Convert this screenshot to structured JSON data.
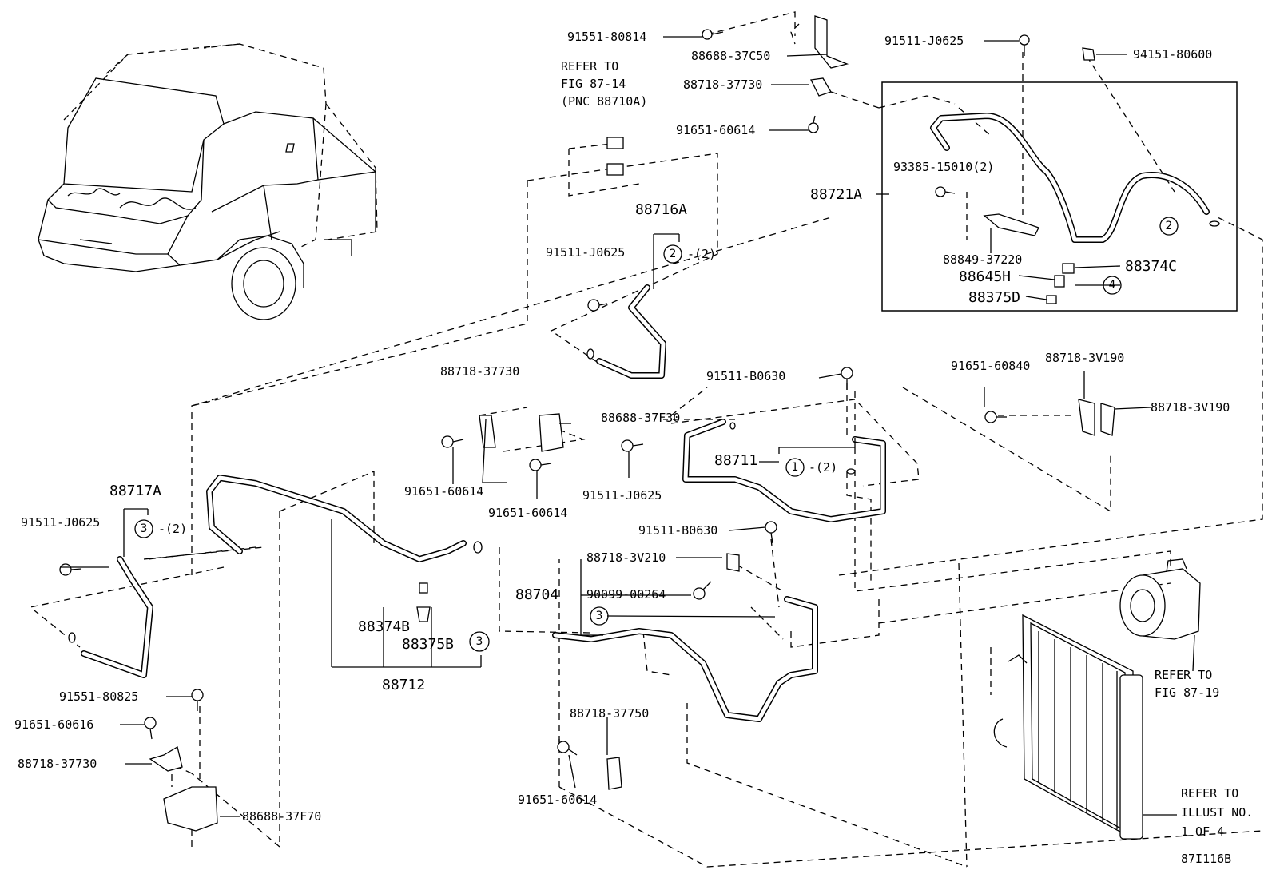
{
  "figure_id": "87I116B",
  "part_labels": {
    "p1": "91551-80814",
    "p2": "88688-37C50",
    "p3": "88718-37730",
    "p4": "91651-60614",
    "p5": "91511-J0625",
    "p6": "94151-80600",
    "p7": "93385-15010(2)",
    "p8": "88721A",
    "p9": "88849-37220",
    "p10": "88374C",
    "p11": "88645H",
    "p12": "88375D",
    "p13": "88716A",
    "p14": "91511-J0625",
    "p15": "88718-37730",
    "p16": "88688-37F30",
    "p17": "91651-60614",
    "p18": "91651-60614",
    "p19": "91511-J0625",
    "p20": "91511-B0630",
    "p21": "88711",
    "p22": "91651-60840",
    "p23": "88718-3V190",
    "p24": "88718-3V190",
    "p25": "88717A",
    "p26": "91511-J0625",
    "p27": "91511-B0630",
    "p28": "88718-3V210",
    "p29": "88704",
    "p30": "90099-00264",
    "p31": "88374B",
    "p32": "88375B",
    "p33": "88712",
    "p34": "91551-80825",
    "p35": "91651-60616",
    "p36": "88718-37730",
    "p37": "88688-37F70",
    "p38": "88718-37750",
    "p39": "91651-60614"
  },
  "callouts": {
    "c1": "2",
    "c1q": "-(2)",
    "c2": "2",
    "c3": "4",
    "c4": "1",
    "c4q": "-(2)",
    "c5": "3",
    "c5q": "-(2)",
    "c6": "3",
    "c7": "3"
  },
  "references": {
    "r1_l1": "REFER TO",
    "r1_l2": "FIG 87-14",
    "r1_l3": "(PNC 88710A)",
    "r2_l1": "REFER TO",
    "r2_l2": "FIG 87-19",
    "r3_l1": "REFER TO",
    "r3_l2": "ILLUST NO.",
    "r3_l3": "1 OF 4"
  }
}
